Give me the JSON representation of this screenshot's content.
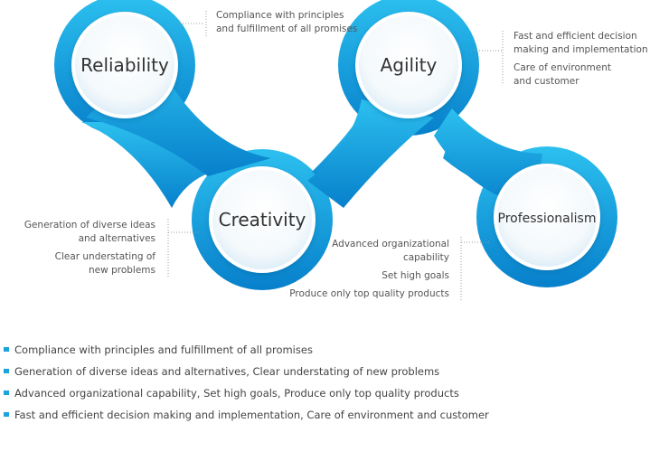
{
  "colors": {
    "band_light": "#2cc0ef",
    "band_dark": "#0780cb",
    "node_fill": "#f4f9fc",
    "node_ring": "#ffffff",
    "leader_line": "#9a9a9a",
    "bullet": "#1aa3dc",
    "bullet_text": "#444444",
    "note_text": "#555555"
  },
  "nodes": {
    "reliability": "Reliability",
    "agility": "Agility",
    "creativity": "Creativity",
    "professionalism": "Professionalism"
  },
  "notes": {
    "reliability": [
      "Compliance with principles\nand fulfillment of all promises"
    ],
    "agility": [
      "Fast and efficient decision\nmaking and implementation",
      "Care of environment\nand customer"
    ],
    "creativity": [
      "Generation of diverse ideas\nand alternatives",
      "Clear understating of\nnew problems"
    ],
    "professionalism": [
      "Advanced organizational\ncapability",
      "Set high goals",
      "Produce only top quality products"
    ]
  },
  "summary": [
    "Compliance with principles and fulfillment of all promises",
    "Generation of diverse ideas and alternatives, Clear understating of new problems",
    "Advanced organizational capability, Set high goals, Produce only top quality products",
    "Fast and efficient decision making and implementation, Care of environment and customer"
  ]
}
